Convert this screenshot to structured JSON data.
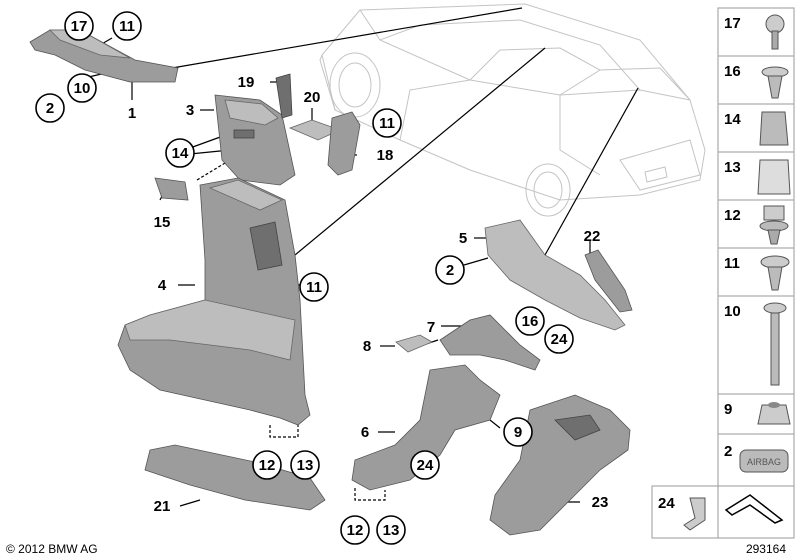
{
  "copyright": "© 2012 BMW AG",
  "diagram_id": "293164",
  "callouts": {
    "c17": "17",
    "c11a": "11",
    "c2a": "2",
    "c10": "10",
    "c1": "1",
    "c19": "19",
    "c20": "20",
    "c3": "3",
    "c11b": "11",
    "c14": "14",
    "c18": "18",
    "c15": "15",
    "c4": "4",
    "c11c": "11",
    "c5": "5",
    "c22": "22",
    "c2b": "2",
    "c16": "16",
    "c7": "7",
    "c24a": "24",
    "c8": "8",
    "c9": "9",
    "c6": "6",
    "c24b": "24",
    "c12a": "12",
    "c13a": "13",
    "c21": "21",
    "c12b": "12",
    "c13b": "13",
    "c23": "23"
  },
  "legend": [
    "17",
    "16",
    "14",
    "13",
    "12",
    "11",
    "10",
    "9",
    "2",
    "24"
  ],
  "legend_badge_text": "AIRBAG"
}
